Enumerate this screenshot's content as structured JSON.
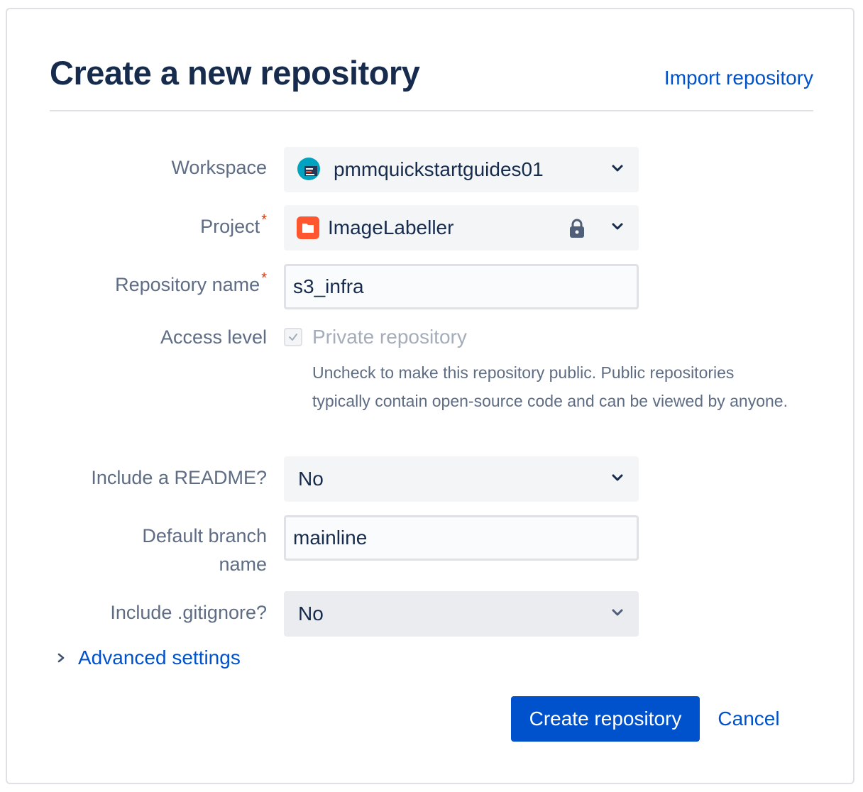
{
  "dialog": {
    "title": "Create a new repository",
    "import_link": "Import repository"
  },
  "form": {
    "workspace": {
      "label": "Workspace",
      "value": "pmmquickstartguides01"
    },
    "project": {
      "label": "Project",
      "required_mark": "*",
      "value": "ImageLabeller",
      "locked": true
    },
    "repository_name": {
      "label": "Repository name",
      "required_mark": "*",
      "value": "s3_infra"
    },
    "access_level": {
      "label": "Access level",
      "checkbox_label": "Private repository",
      "checked": true,
      "disabled": true,
      "help": "Uncheck to make this repository public. Public repositories typically contain open-source code and can be viewed by anyone."
    },
    "readme": {
      "label": "Include a README?",
      "value": "No"
    },
    "default_branch": {
      "label_line1": "Default branch",
      "label_line2": "name",
      "value": "mainline"
    },
    "gitignore": {
      "label": "Include .gitignore?",
      "value": "No"
    },
    "advanced": {
      "label": "Advanced settings"
    }
  },
  "actions": {
    "create": "Create repository",
    "cancel": "Cancel"
  },
  "colors": {
    "primary": "#0052cc",
    "text": "#172b4d",
    "muted": "#5e6c84",
    "required": "#de350b",
    "project_icon": "#ff5630",
    "workspace_icon": "#00a3bf"
  },
  "icons": {
    "workspace": "workspace-avatar-icon",
    "project": "folder-icon",
    "lock": "lock-icon",
    "chevron": "chevron-down-icon",
    "advanced": "chevron-right-icon"
  }
}
